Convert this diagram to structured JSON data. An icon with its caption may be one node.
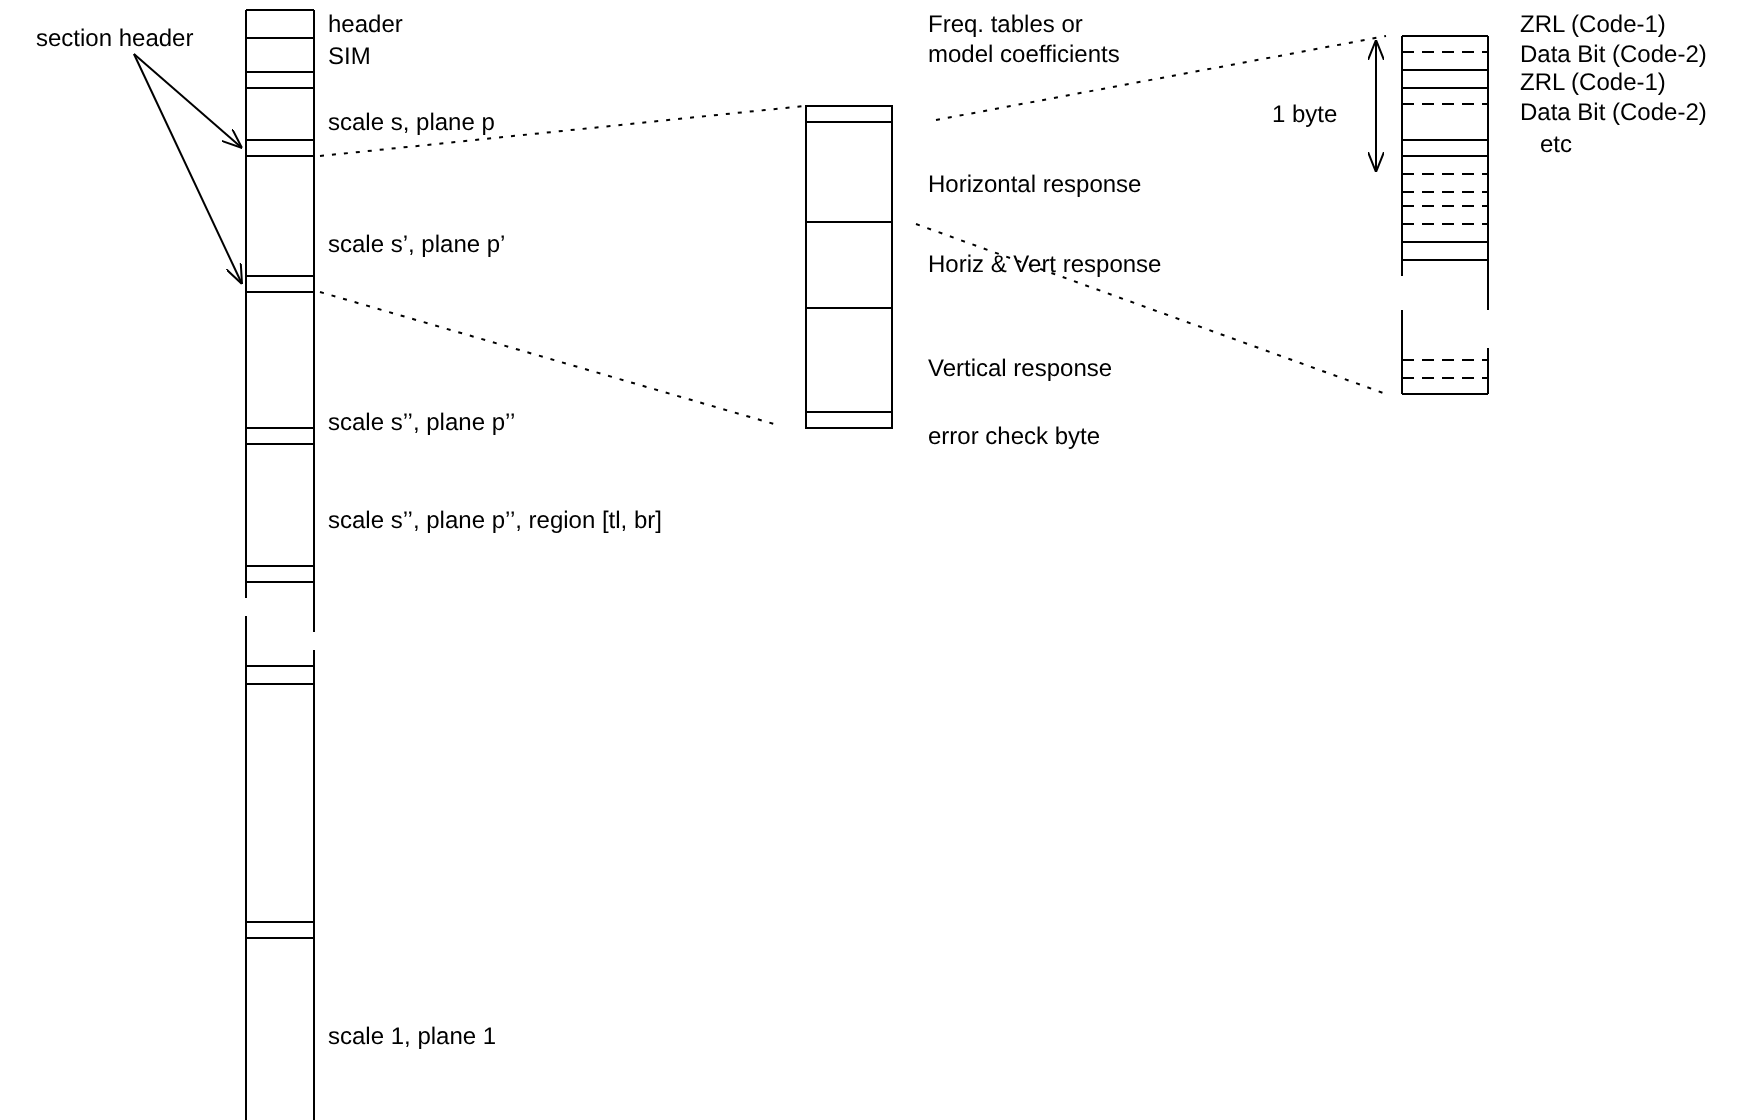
{
  "diagram": {
    "nodes": [
      {
        "text": [
          "section header"
        ]
      },
      {
        "text": [],
        "shape": "bar"
      },
      {
        "text": [],
        "shape": "bar"
      }
    ],
    "edges": [
      {
        "from": 0,
        "to": 1,
        "arrow": "to"
      },
      {
        "from": 0,
        "to": 2,
        "arrow": "to"
      }
    ],
    "labels": [
      "header",
      "SIM",
      "scale s, plane p",
      "scale s’, plane p’",
      "scale s’’, plane p’’",
      "scale s’’, plane p’’, region [tl, br]",
      "scale 1, plane 1",
      "Freq. tables or model coefficients",
      "Horizontal response",
      "Horiz & Vert response",
      "Vertical response",
      "error check byte",
      "1 byte",
      "ZRL (Code-1)",
      "Data Bit (Code-2)",
      "ZRL (Code-1)",
      "Data Bit (Code-2)",
      "etc"
    ]
  }
}
